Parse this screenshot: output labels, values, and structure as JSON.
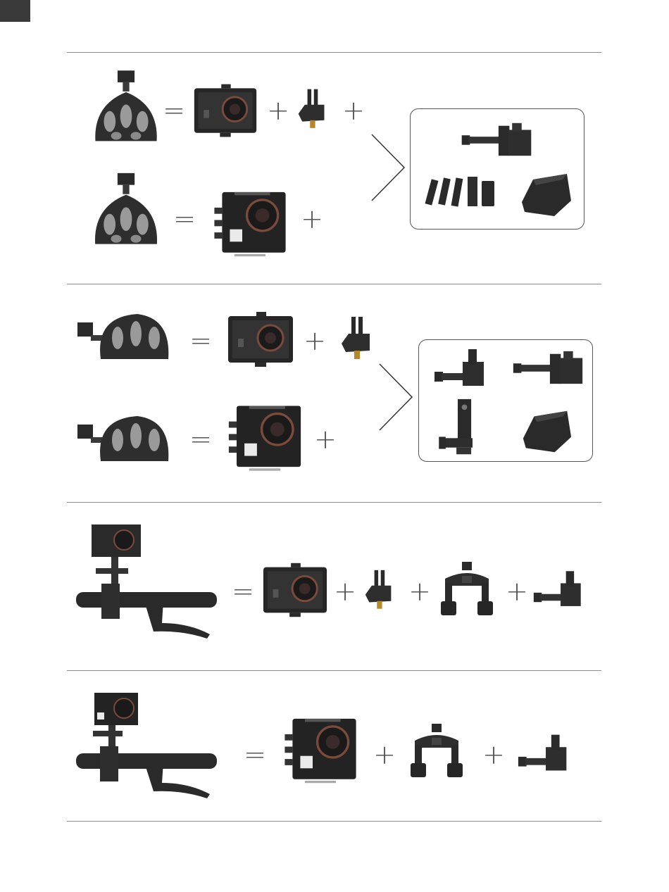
{
  "symbols": {
    "equals": "=",
    "plus": "+"
  },
  "sections": [
    {
      "name": "helmet-top-mount",
      "accessory_box": true
    },
    {
      "name": "helmet-side-mount",
      "accessory_box": true
    },
    {
      "name": "handlebar-mount-housing",
      "accessory_box": false
    },
    {
      "name": "handlebar-mount-bare",
      "accessory_box": false
    }
  ],
  "colors": {
    "rule": "#8a8a8a",
    "ink": "#2a2a2a",
    "box_border": "#555555",
    "corner_tab": "#3a3a3a"
  },
  "icons": [
    "helmet-mount-icon",
    "waterproof-case-icon",
    "action-camera-icon",
    "quick-release-buckle-icon",
    "extension-arm-icon",
    "adhesive-pads-icon",
    "base-mount-icon",
    "handlebar-clamp-icon",
    "pivot-arm-icon",
    "tripod-adapter-icon"
  ]
}
